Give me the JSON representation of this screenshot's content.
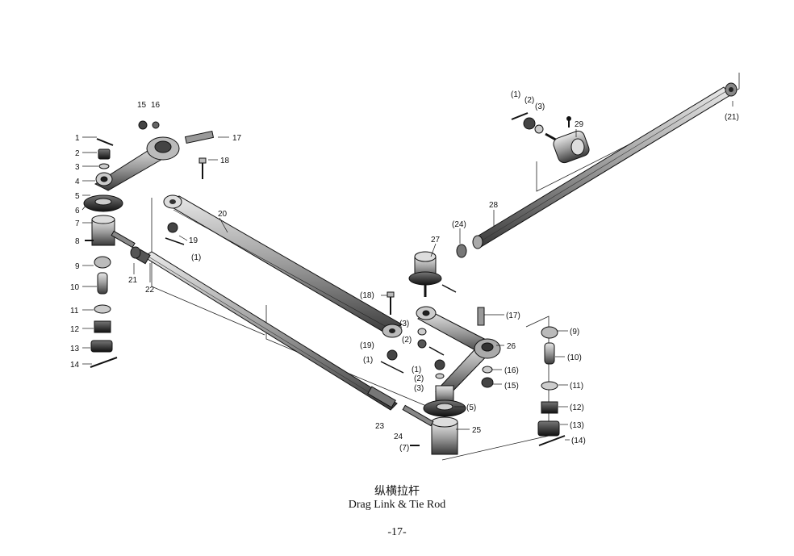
{
  "caption": {
    "chinese": "纵横拉杆",
    "english": "Drag Link & Tie Rod",
    "page": "-17-"
  },
  "callouts": {
    "c1": "1",
    "c2": "2",
    "c3": "3",
    "c4": "4",
    "c5": "5",
    "c6": "6",
    "c7": "7",
    "c8": "8",
    "c9": "9",
    "c10": "10",
    "c11": "11",
    "c12": "12",
    "c13": "13",
    "c14": "14",
    "c15": "15",
    "c16": "16",
    "c17": "17",
    "c18": "18",
    "c19": "19",
    "c20": "20",
    "c21": "21",
    "c22": "22",
    "c23": "23",
    "c24": "24",
    "c25": "25",
    "c26": "26",
    "c27": "27",
    "c28": "28",
    "c29": "29",
    "p1": "(1)",
    "p2": "(2)",
    "p3": "(3)",
    "p5": "(5)",
    "p7": "(7)",
    "p9": "(9)",
    "p10": "(10)",
    "p11": "(11)",
    "p12": "(12)",
    "p13": "(13)",
    "p14": "(14)",
    "p15": "(15)",
    "p16": "(16)",
    "p17": "(17)",
    "p18": "(18)",
    "p19": "(19)",
    "p21": "(21)",
    "p24": "(24)"
  }
}
